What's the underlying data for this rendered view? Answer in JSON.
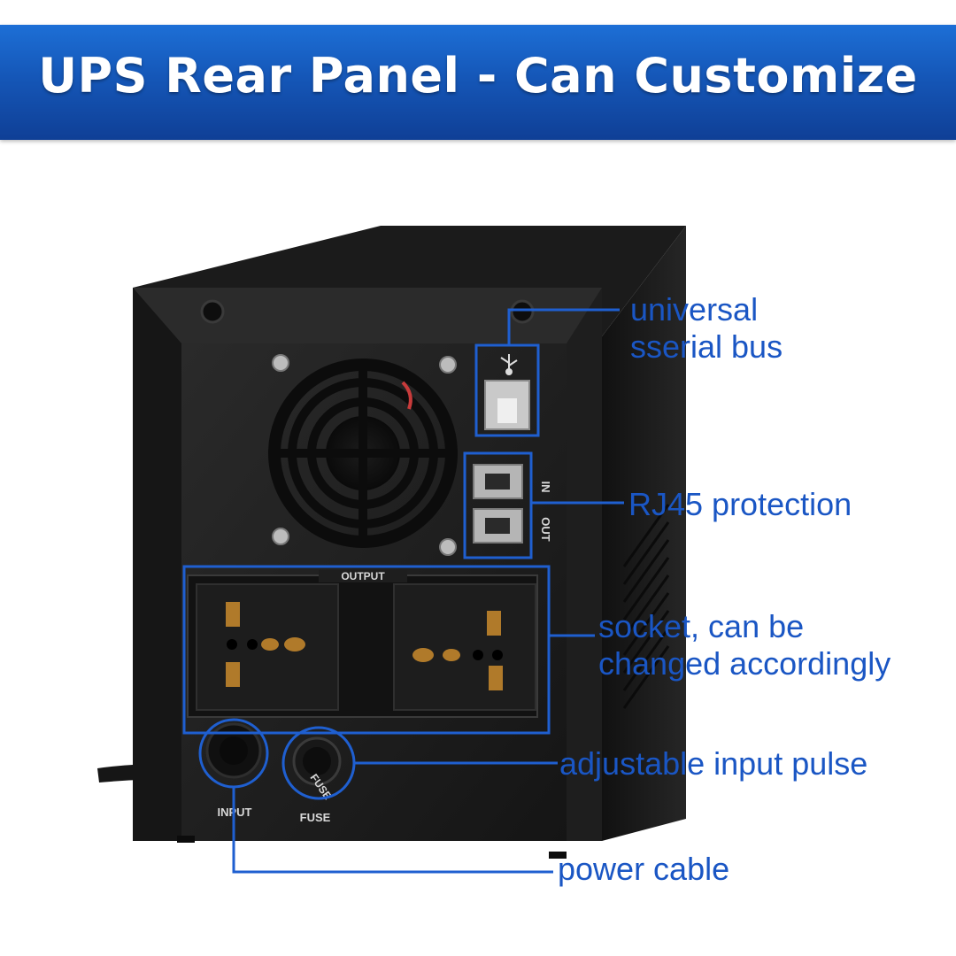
{
  "banner": {
    "title": "UPS Rear Panel - Can Customize"
  },
  "callouts": {
    "usb_line1": "universal",
    "usb_line2": "sserial bus",
    "rj45": "RJ45 protection",
    "socket_line1": "socket, can be",
    "socket_line2": "changed accordingly",
    "pulse": "adjustable input pulse",
    "cable": "power cable"
  },
  "panel": {
    "output_label": "OUTPUT",
    "in_label": "IN",
    "out_label": "OUT",
    "input_label": "INPUT",
    "fuse_label": "FUSE",
    "fuse_cap_text": "FUSE"
  },
  "colors": {
    "banner": "#1557b8",
    "callout_text": "#1a56c4",
    "callout_line": "#1f5fd0",
    "ups_body": "#1e1e1e"
  },
  "icons": {
    "usb": "usb-icon"
  }
}
